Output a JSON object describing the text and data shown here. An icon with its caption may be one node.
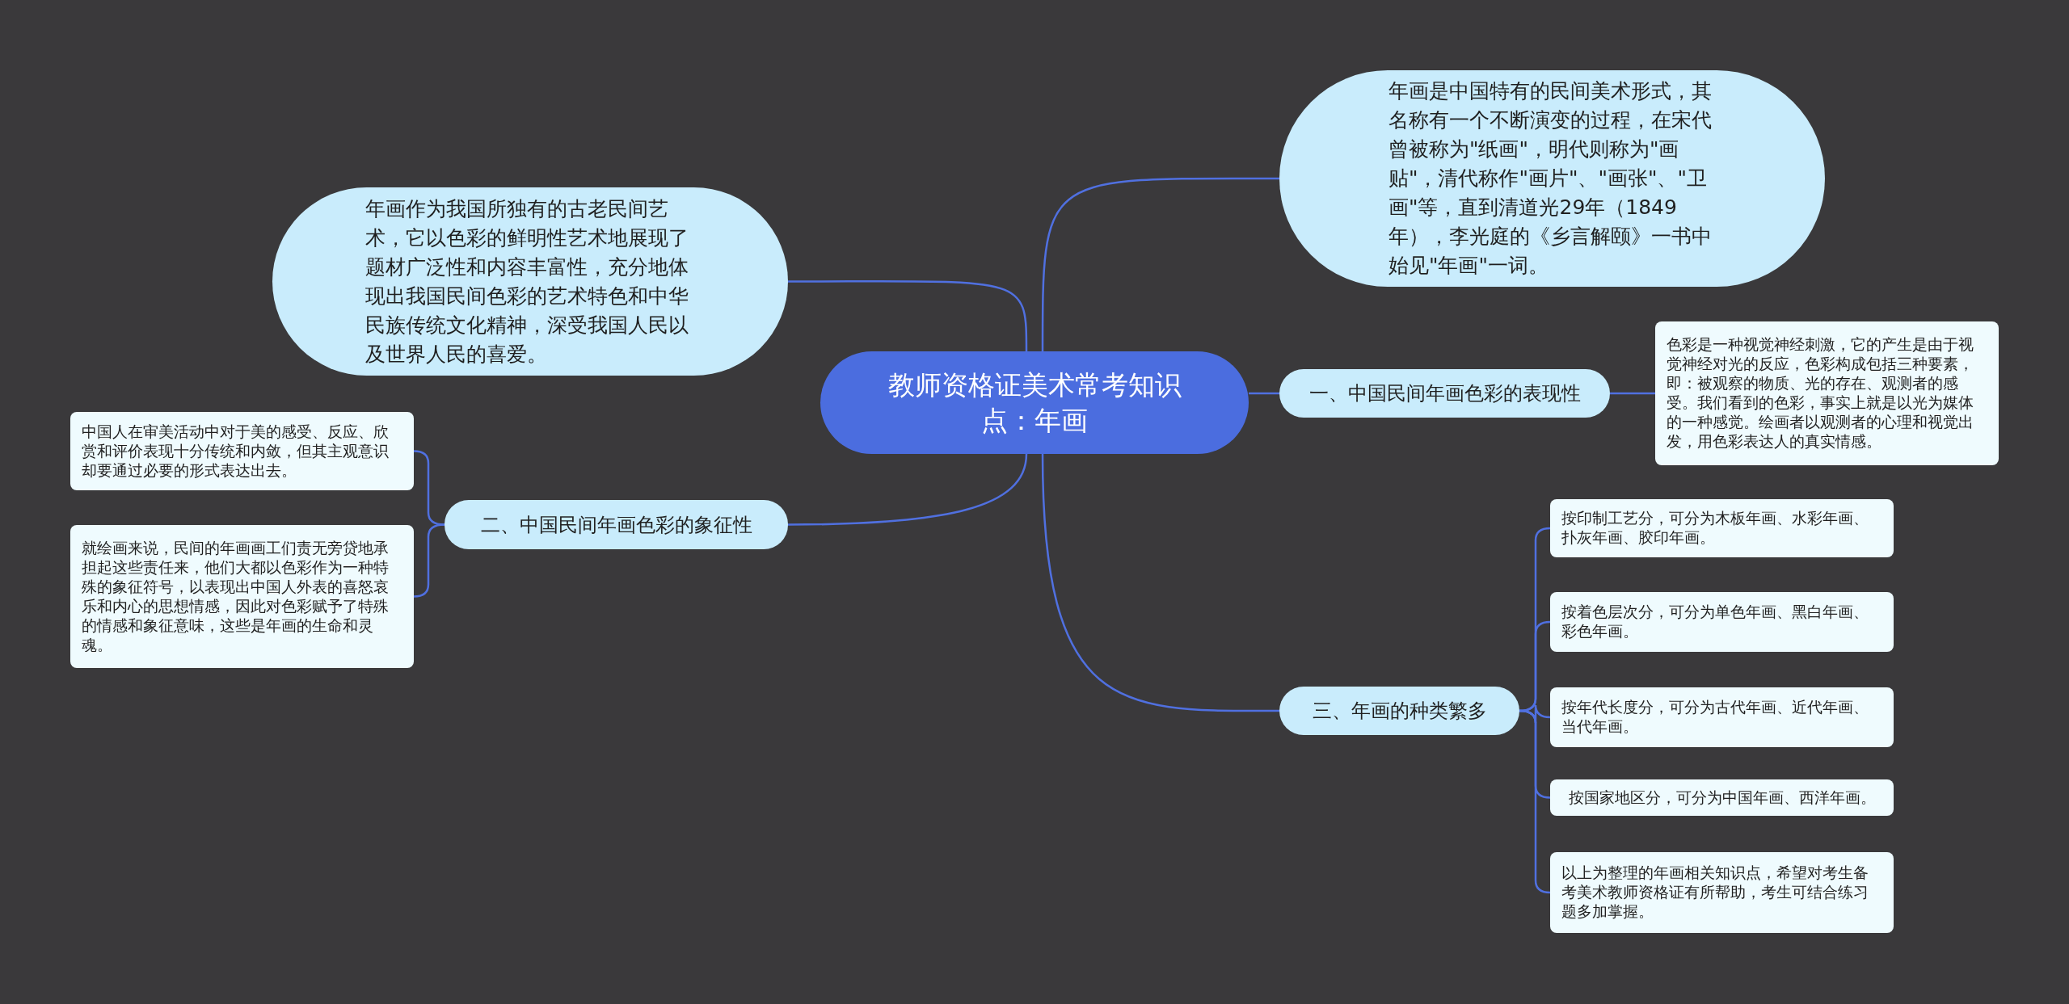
{
  "diagram": {
    "nodes": [
      {
        "text": [
          "教师资格证美术常考知识点：年画"
        ]
      },
      {
        "text": [
          "年画是中国特有的民间美术形式，其名称有一个不断演变的过程，在宋代曾被称为\"纸画\"，明代则称为\"画贴\"，清代称作\"画片\"、\"画张\"、\"卫画\"等，直到清道光29年（1849年），李光庭的《乡言解颐》一书中始见\"年画\"一词。"
        ]
      },
      {
        "text": [
          "年画作为我国所独有的古老民间艺术，它以色彩的鲜明性艺术地展现了题材广泛性和内容丰富性，充分地体现出我国民间色彩的艺术特色和中华民族传统文化精神，深受我国人民以及世界人民的喜爱。"
        ]
      },
      {
        "text": [
          "一、中国民间年画色彩的表现性"
        ]
      },
      {
        "text": [
          "色彩是一种视觉神经刺激，它的产生是由于视觉神经对光的反应，色彩构成包括三种要素，即：被观察的物质、光的存在、观测者的感受。我们看到的色彩，事实上就是以光为媒体的一种感觉。绘画者以观测者的心理和视觉出发，用色彩表达人的真实情感。"
        ]
      },
      {
        "text": [
          "二、中国民间年画色彩的象征性"
        ]
      },
      {
        "text": [
          "中国人在审美活动中对于美的感受、反应、欣赏和评价表现十分传统和内敛，但其主观意识却要通过必要的形式表达出去。"
        ]
      },
      {
        "text": [
          "就绘画来说，民间的年画画工们责无旁贷地承担起这些责任来，他们大都以色彩作为一种特殊的象征符号，以表现出中国人外表的喜怒哀乐和内心的思想情感，因此对色彩赋予了特殊的情感和象征意味，这些是年画的生命和灵魂。"
        ]
      },
      {
        "text": [
          "三、年画的种类繁多"
        ]
      },
      {
        "text": [
          "按印制工艺分，可分为木板年画、水彩年画、扑灰年画、胶印年画。"
        ]
      },
      {
        "text": [
          "按着色层次分，可分为单色年画、黑白年画、彩色年画。"
        ]
      },
      {
        "text": [
          "按年代长度分，可分为古代年画、近代年画、当代年画。"
        ]
      },
      {
        "text": [
          "按国家地区分，可分为中国年画、西洋年画。"
        ]
      },
      {
        "text": [
          "以上为整理的年画相关知识点，希望对考生备考美术教师资格证有所帮助，考生可结合练习题多加掌握。"
        ]
      }
    ],
    "edges": [
      {
        "from": 0,
        "to": 1,
        "arrow": "none"
      },
      {
        "from": 0,
        "to": 2,
        "arrow": "none"
      },
      {
        "from": 0,
        "to": 3,
        "arrow": "none"
      },
      {
        "from": 0,
        "to": 5,
        "arrow": "none"
      },
      {
        "from": 0,
        "to": 8,
        "arrow": "none"
      },
      {
        "from": 3,
        "to": 4,
        "arrow": "none"
      },
      {
        "from": 5,
        "to": 6,
        "arrow": "none"
      },
      {
        "from": 5,
        "to": 7,
        "arrow": "none"
      },
      {
        "from": 8,
        "to": 9,
        "arrow": "none"
      },
      {
        "from": 8,
        "to": 10,
        "arrow": "none"
      },
      {
        "from": 8,
        "to": 11,
        "arrow": "none"
      },
      {
        "from": 8,
        "to": 12,
        "arrow": "none"
      },
      {
        "from": 8,
        "to": 13,
        "arrow": "none"
      }
    ]
  }
}
